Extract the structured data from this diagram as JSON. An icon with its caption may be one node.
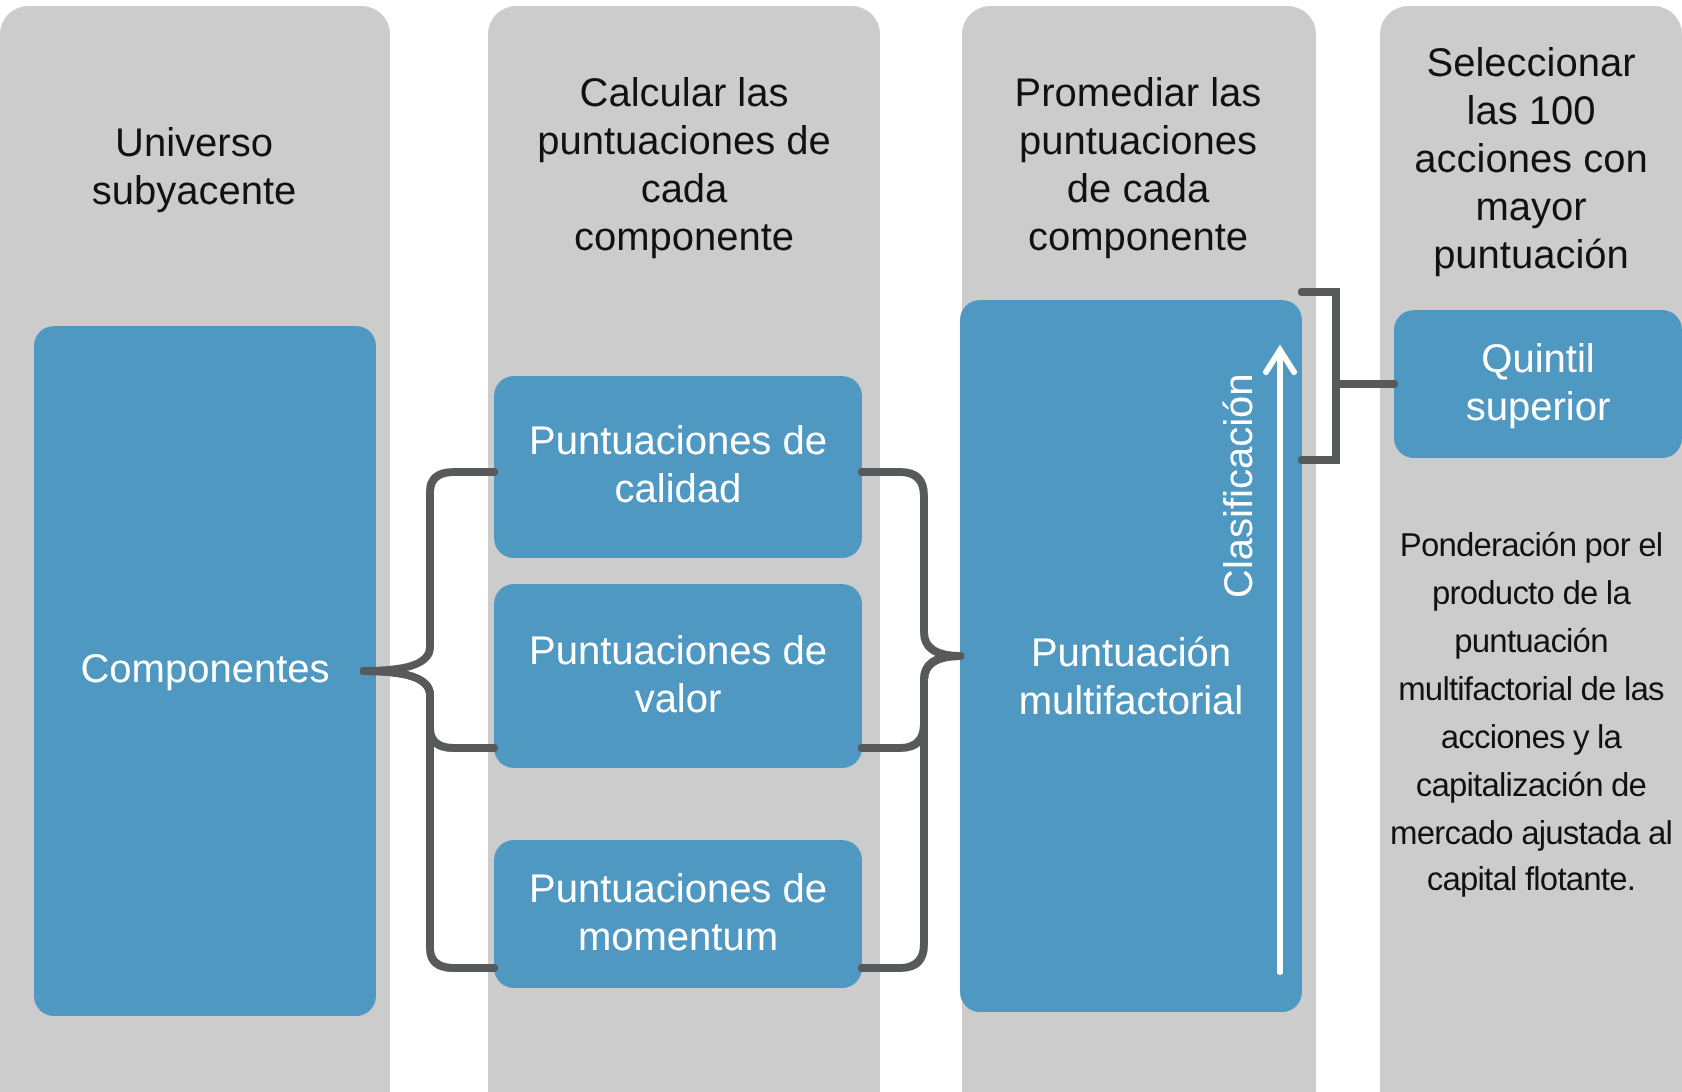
{
  "diagram": {
    "nodes": [
      {
        "text": [
          "Universo subyacente"
        ]
      },
      {
        "text": [
          "Componentes"
        ],
        "in": 0
      },
      {
        "text": [
          "Calcular las puntuaciones de cada componente"
        ]
      },
      {
        "text": [
          "Puntuaciones de calidad"
        ],
        "in": 2
      },
      {
        "text": [
          "Puntuaciones de valor"
        ],
        "in": 2
      },
      {
        "text": [
          "Puntuaciones de momentum"
        ],
        "in": 2
      },
      {
        "text": [
          "Promediar las puntuaciones de cada componente"
        ]
      },
      {
        "text": [
          "Puntuación multifactorial",
          "Clasificación"
        ],
        "in": 6
      },
      {
        "text": [
          "Seleccionar las 100 acciones con mayor puntuación",
          "Ponderación por el producto de la puntuación multifactorial de las acciones y la capitalización de mercado ajustada al capital flotante."
        ]
      },
      {
        "text": [
          "Quintil superior"
        ],
        "in": 8
      }
    ],
    "edges": [
      {
        "from": 1,
        "to": 3,
        "arrow": "none"
      },
      {
        "from": 1,
        "to": 4,
        "arrow": "none"
      },
      {
        "from": 1,
        "to": 5,
        "arrow": "none"
      },
      {
        "from": 3,
        "to": 7,
        "arrow": "none"
      },
      {
        "from": 4,
        "to": 7,
        "arrow": "none"
      },
      {
        "from": 5,
        "to": 7,
        "arrow": "none"
      },
      {
        "from": 7,
        "to": 9,
        "arrow": "none"
      }
    ]
  }
}
